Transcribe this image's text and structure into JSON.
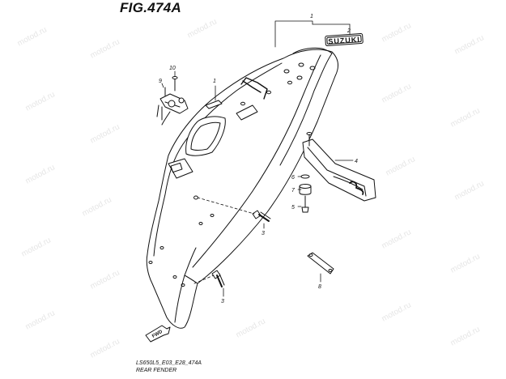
{
  "figure": {
    "title": "FIG.474A",
    "footer_line1": "LS650L5_E03_E28_474A",
    "footer_line2": "REAR FENDER"
  },
  "watermark": "motod.ru",
  "brand_emblem": "SUZUKI",
  "fwd_label": "FWD",
  "callouts": {
    "c1_top": "1",
    "c2": "2",
    "c10": "10",
    "c9": "9",
    "c1_fender": "1",
    "c4": "4",
    "c6": "6",
    "c7": "7",
    "c5": "5",
    "c3_mid": "3",
    "c3_low": "3",
    "c8": "8"
  }
}
